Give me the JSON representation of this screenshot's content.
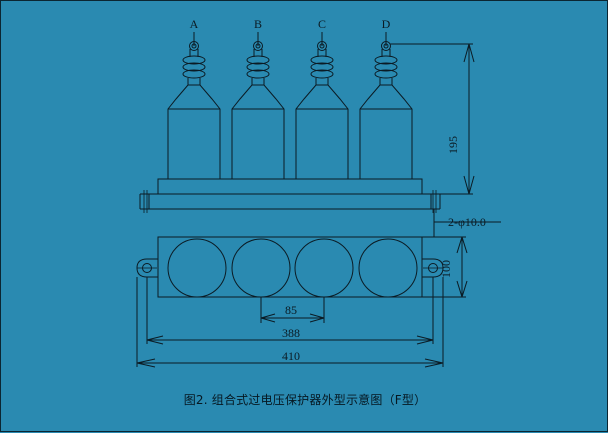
{
  "diagram": {
    "phases": [
      "A",
      "B",
      "C",
      "D"
    ],
    "dimensions": {
      "height": "195",
      "bolt_spec": "2-φ10.0",
      "base_width": "100",
      "pitch": "85",
      "inner_width": "388",
      "overall_width": "410"
    },
    "caption": "图2. 组合式过电压保护器外型示意图（F型）",
    "colors": {
      "background": "#2a8ab1",
      "line": "#0b1b24"
    }
  }
}
